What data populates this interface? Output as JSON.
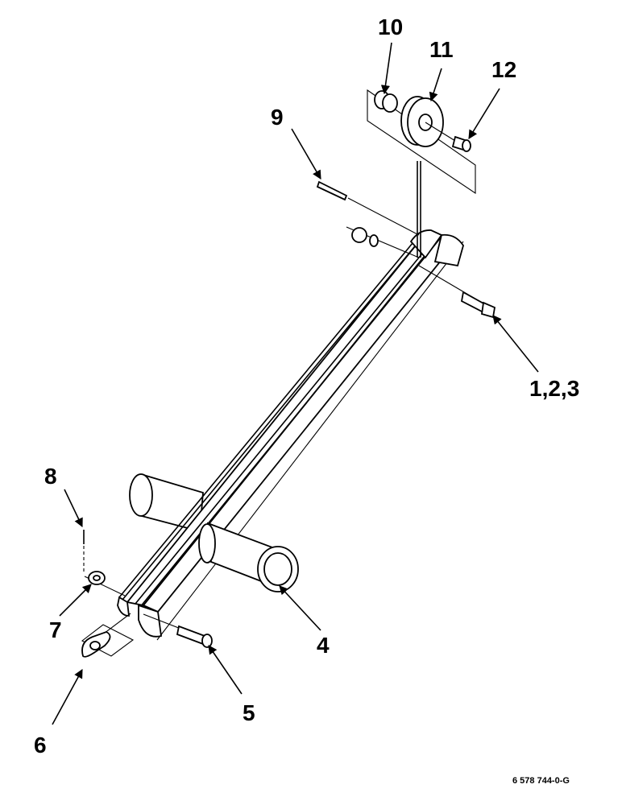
{
  "diagram": {
    "callouts": {
      "c1": "1,2,3",
      "c4": "4",
      "c5": "5",
      "c6": "6",
      "c7": "7",
      "c8": "8",
      "c9": "9",
      "c10": "10",
      "c11": "11",
      "c12": "12"
    },
    "drawing_number": "6 578 744-0-G"
  }
}
